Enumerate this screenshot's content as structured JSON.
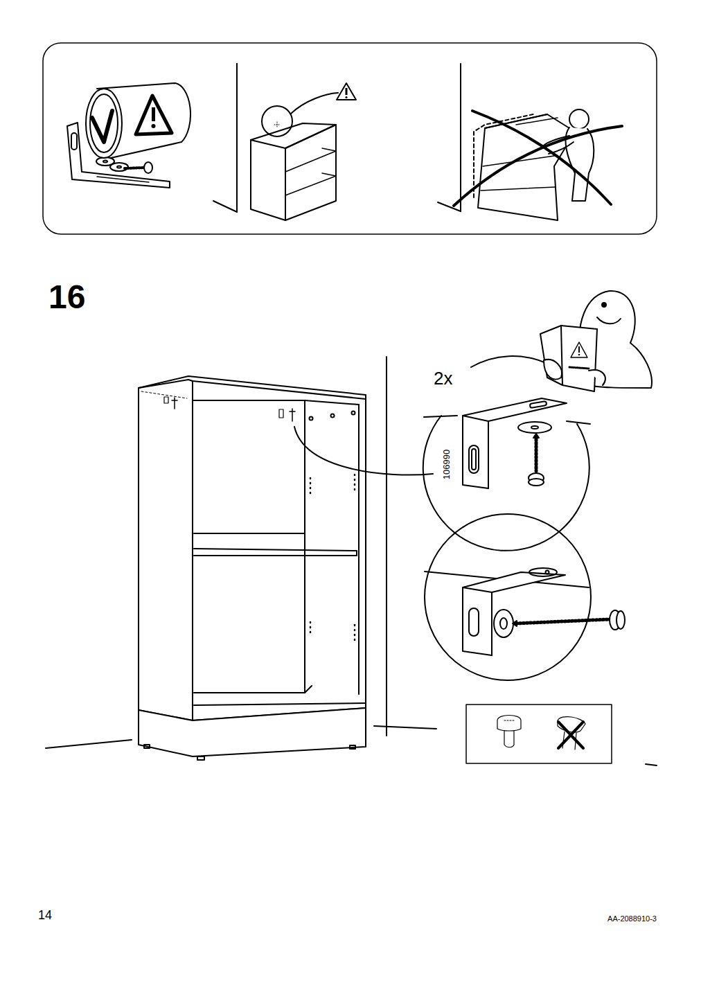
{
  "diagram": {
    "labels": [
      "16",
      "2x",
      "106990",
      "14",
      "AA-2088910-3"
    ]
  }
}
